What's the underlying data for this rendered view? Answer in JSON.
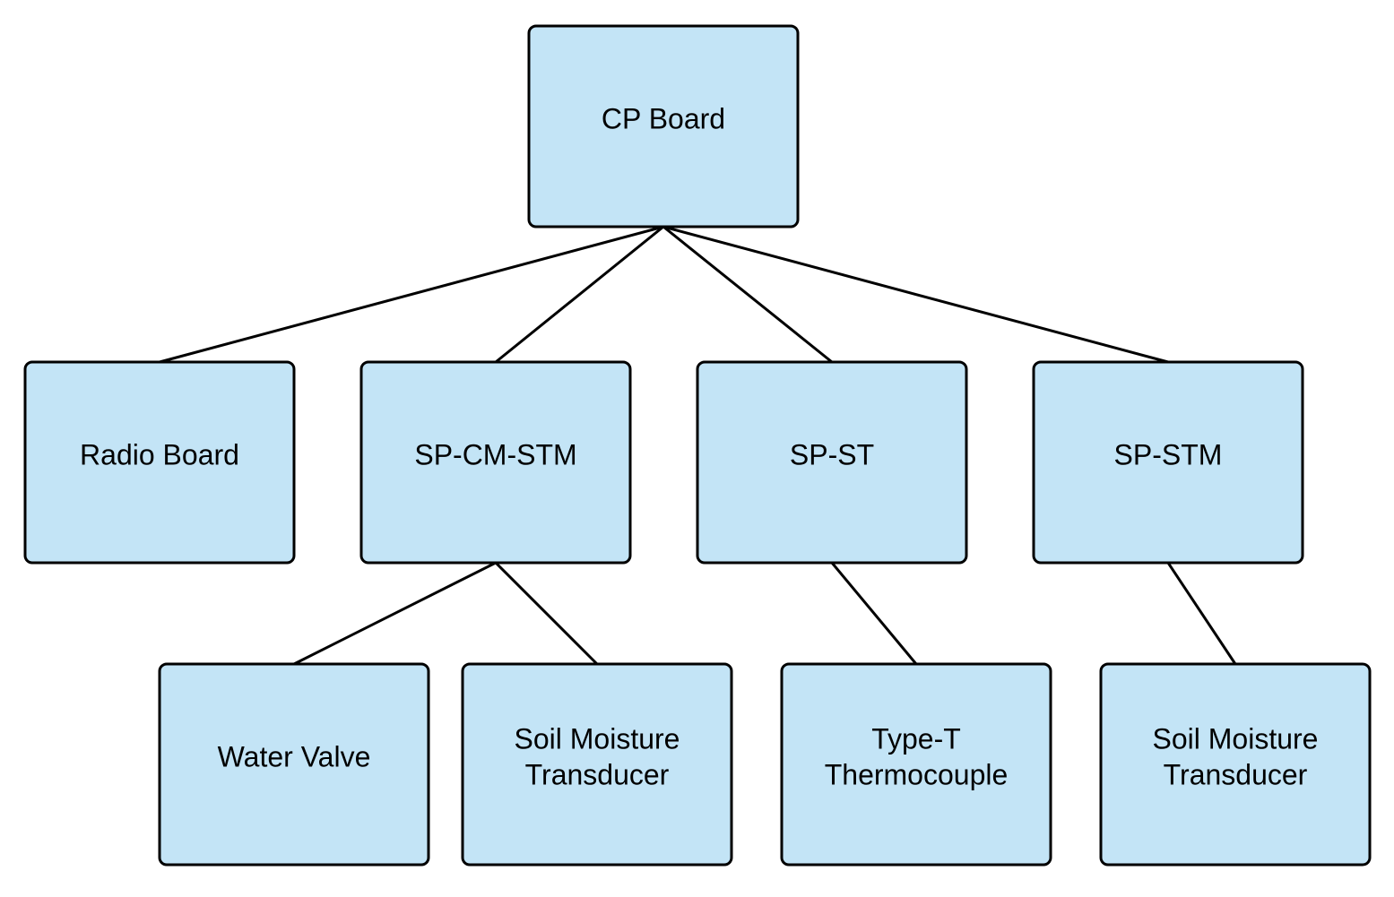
{
  "colors": {
    "node_fill": "#c3e4f6",
    "node_stroke": "#000000",
    "edge": "#000000"
  },
  "nodes": [
    {
      "id": "cp-board",
      "lines": [
        "CP Board"
      ]
    },
    {
      "id": "radio-board",
      "lines": [
        "Radio Board"
      ]
    },
    {
      "id": "sp-cm-stm",
      "lines": [
        "SP-CM-STM"
      ]
    },
    {
      "id": "sp-st",
      "lines": [
        "SP-ST"
      ]
    },
    {
      "id": "sp-stm",
      "lines": [
        "SP-STM"
      ]
    },
    {
      "id": "water-valve",
      "lines": [
        "Water Valve"
      ]
    },
    {
      "id": "soil-moisture-transducer-1",
      "lines": [
        "Soil Moisture",
        "Transducer"
      ]
    },
    {
      "id": "type-t-thermocouple",
      "lines": [
        "Type-T",
        "Thermocouple"
      ]
    },
    {
      "id": "soil-moisture-transducer-2",
      "lines": [
        "Soil Moisture",
        "Transducer"
      ]
    }
  ],
  "edges": [
    [
      "cp-board",
      "radio-board"
    ],
    [
      "cp-board",
      "sp-cm-stm"
    ],
    [
      "cp-board",
      "sp-st"
    ],
    [
      "cp-board",
      "sp-stm"
    ],
    [
      "sp-cm-stm",
      "water-valve"
    ],
    [
      "sp-cm-stm",
      "soil-moisture-transducer-1"
    ],
    [
      "sp-st",
      "type-t-thermocouple"
    ],
    [
      "sp-stm",
      "soil-moisture-transducer-2"
    ]
  ]
}
